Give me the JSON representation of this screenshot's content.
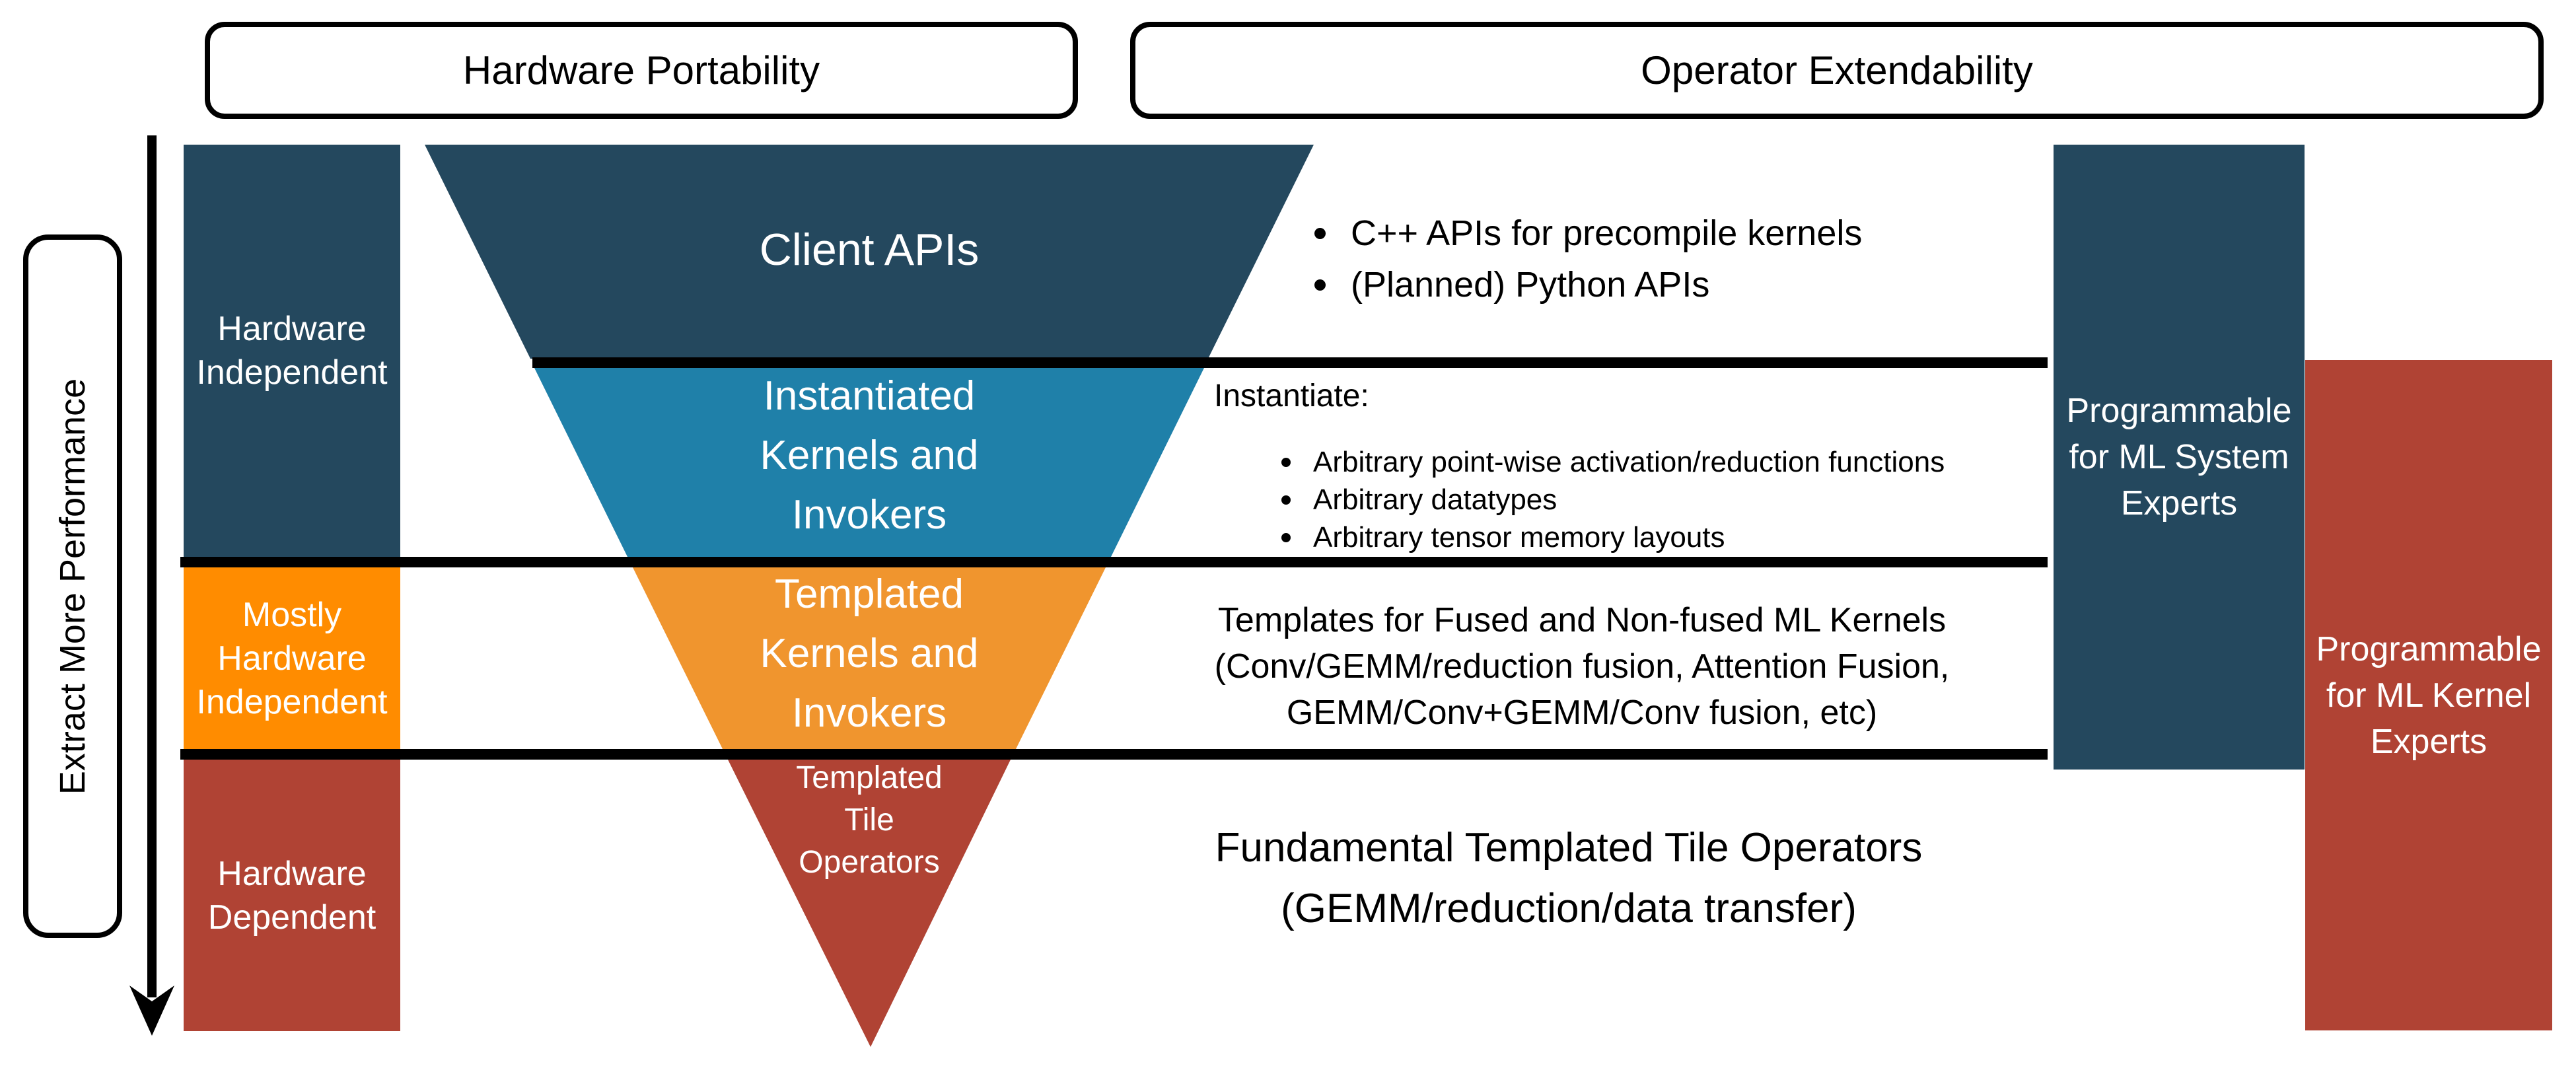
{
  "colors": {
    "navy": "#24485E",
    "teal": "#1F80A9",
    "funnel-orange": "#F0952E",
    "bright-orange": "#FF8C00",
    "brick": "#B04334",
    "ink": "#000000",
    "text-light": "#FFFFFF"
  },
  "headers": {
    "left": "Hardware Portability",
    "right": "Operator Extendability"
  },
  "performance_axis": {
    "label": "Extract More Performance"
  },
  "left_column": {
    "hardware_independent": "Hardware\nIndependent",
    "mostly_hardware_independent": "Mostly\nHardware\nIndependent",
    "hardware_dependent": "Hardware\nDependent"
  },
  "funnel": {
    "client_apis": "Client APIs",
    "instantiated": "Instantiated\nKernels and\nInvokers",
    "templated": "Templated\nKernels and\nInvokers",
    "tile_operators": "Templated\nTile\nOperators"
  },
  "annotations": {
    "client_bullets": [
      "C++ APIs for precompile kernels",
      "(Planned) Python APIs"
    ],
    "instantiate_title": "Instantiate:",
    "instantiate_bullets": [
      "Arbitrary point-wise activation/reduction functions",
      "Arbitrary datatypes",
      "Arbitrary tensor memory layouts"
    ],
    "templates": "Templates for Fused and Non-fused ML Kernels\n(Conv/GEMM/reduction fusion, Attention Fusion,\nGEMM/Conv+GEMM/Conv fusion, etc)",
    "fundamental": "Fundamental Templated Tile Operators\n(GEMM/reduction/data transfer)"
  },
  "right_column": {
    "ml_system": "Programmable\nfor ML System\nExperts",
    "ml_kernel": "Programmable\nfor ML Kernel\nExperts"
  }
}
